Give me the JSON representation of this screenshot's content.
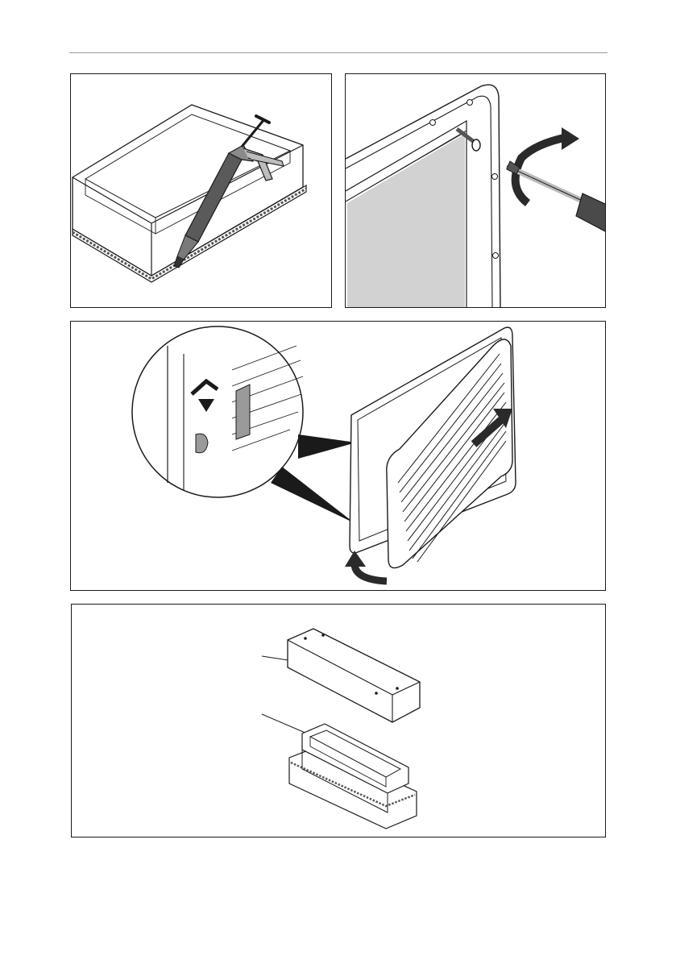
{
  "page": {
    "has_header_rule": true
  },
  "figures": [
    {
      "id": "fig-sealant",
      "icon": "caulking-gun-icon"
    },
    {
      "id": "fig-screw",
      "icon": "screwdriver-icon"
    },
    {
      "id": "fig-grille",
      "icon": "vent-grille-icon"
    },
    {
      "id": "fig-parts",
      "icon": "frame-and-cover-icon"
    }
  ],
  "colors": {
    "line": "#1a1a1a",
    "shade_dark": "#3a3a3a",
    "shade_mid": "#8c8c8c",
    "shade_light": "#d0d0d0",
    "panel_fill": "#d2d2d2",
    "background": "#ffffff"
  }
}
